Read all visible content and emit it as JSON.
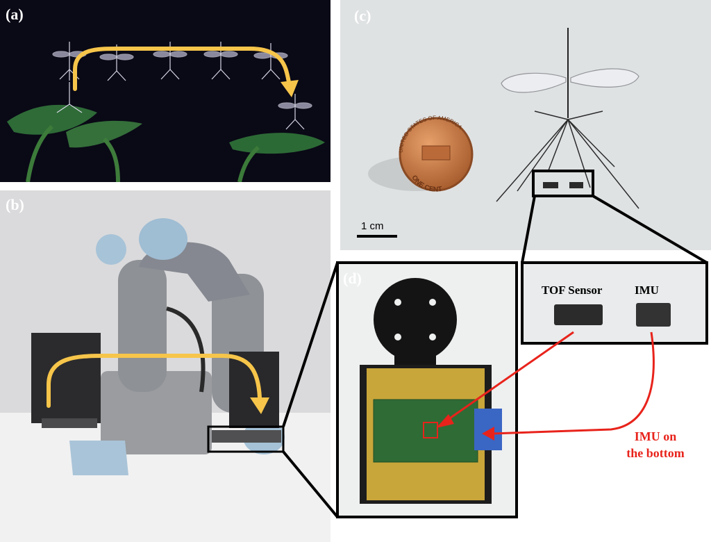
{
  "figure": {
    "panels": [
      {
        "id": "a",
        "label": "(a)"
      },
      {
        "id": "b",
        "label": "(b)"
      },
      {
        "id": "c",
        "label": "(c)"
      },
      {
        "id": "d",
        "label": "(d)"
      }
    ],
    "panel_c": {
      "coin_top_text": "UNITED STATES OF AMERICA",
      "coin_bottom_text": "ONE CENT",
      "scale_bar_label": "1 cm"
    },
    "zoom_inset": {
      "tof_label": "TOF Sensor",
      "imu_label": "IMU"
    },
    "annotation": {
      "imu_bottom_line1": "IMU on",
      "imu_bottom_line2": "the bottom"
    }
  },
  "colors": {
    "trajectory_arrow": "#f6c54a",
    "annotation_red": "#e8231b",
    "panel_a_bg": "#0a0916",
    "pcb_green": "#2f6b35",
    "proto_board": "#c9a63a"
  }
}
